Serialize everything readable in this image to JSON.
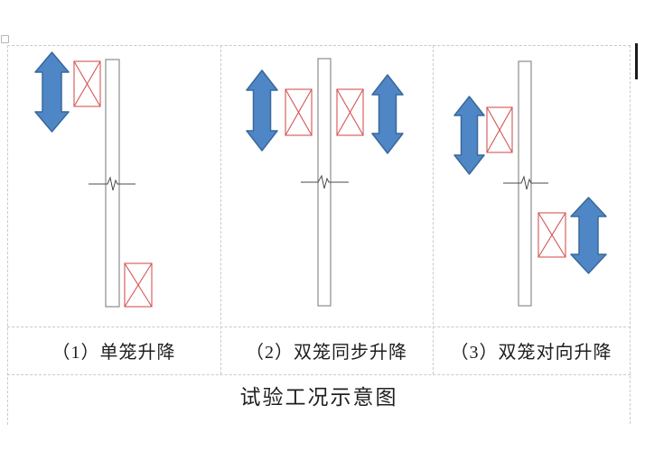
{
  "table": {
    "captions": [
      "（1）单笼升降",
      "（2）双笼同步升降",
      "（3）双笼对向升降"
    ],
    "title": "试验工况示意图"
  },
  "colors": {
    "arrow_fill": "#4f86c6",
    "arrow_stroke": "#39689b",
    "cage_stroke": "#d45454",
    "cage_fill": "none",
    "rail_stroke": "#8c8c8c",
    "rail_fill": "#ffffff",
    "break_stroke": "#4a4a4a",
    "grid_line": "#c9c9c9",
    "text": "#1f1f1f",
    "cursor": "#1a1a1a"
  }
}
